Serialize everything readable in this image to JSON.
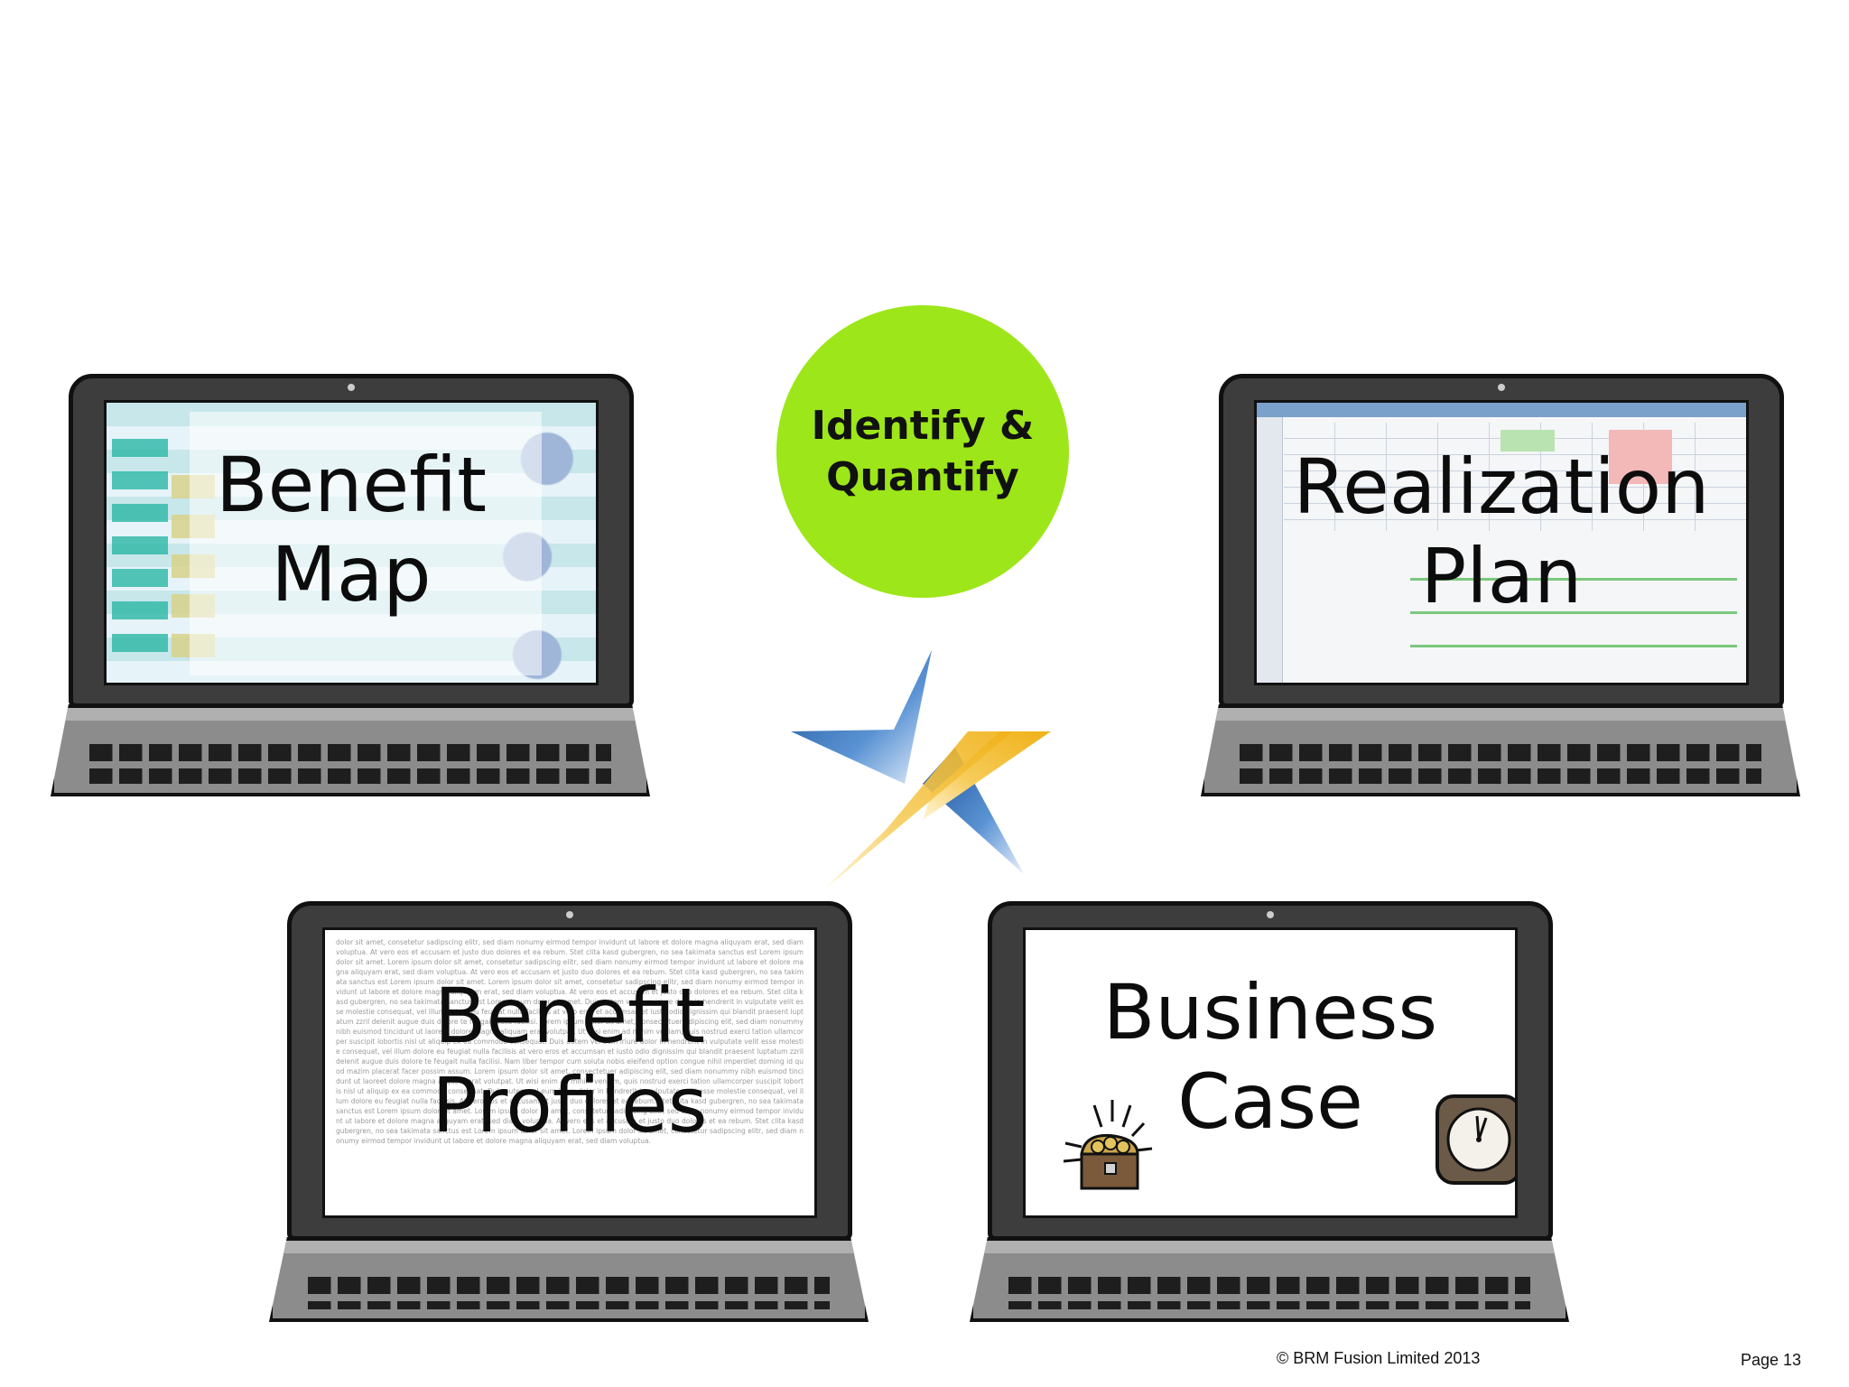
{
  "laptops": {
    "benefit_map": {
      "label": "Benefit\nMap"
    },
    "realization_plan": {
      "label": "Realization\nPlan"
    },
    "benefit_profiles": {
      "label": "Benefit\nProfiles",
      "filler": "dolor sit amet, consetetur sadipscing elitr, sed diam nonumy eirmod tempor invidunt ut labore et dolore magna aliquyam erat, sed diam voluptua. At vero eos et accusam et justo duo dolores et ea rebum. Stet clita kasd gubergren, no sea takimata sanctus est Lorem ipsum dolor sit amet. Lorem ipsum dolor sit amet, consetetur sadipscing elitr, sed diam nonumy eirmod tempor invidunt ut labore et dolore magna aliquyam erat, sed diam voluptua. At vero eos et accusam et justo duo dolores et ea rebum. Stet clita kasd gubergren, no sea takimata sanctus est Lorem ipsum dolor sit amet. Lorem ipsum dolor sit amet, consetetur sadipscing elitr, sed diam nonumy eirmod tempor invidunt ut labore et dolore magna aliquyam erat, sed diam voluptua. At vero eos et accusam et justo duo dolores et ea rebum. Stet clita kasd gubergren, no sea takimata sanctus est Lorem ipsum dolor sit amet. Duis autem vel eum iriure dolor in hendrerit in vulputate velit esse molestie consequat, vel illum dolore eu feugiat nulla facilisis at vero eros et accumsan et iusto odio dignissim qui blandit praesent luptatum zzril delenit augue duis dolore te feugait nulla facilisi. Lorem ipsum dolor sit amet, consectetuer adipiscing elit, sed diam nonummy nibh euismod tincidunt ut laoreet dolore magna aliquam erat volutpat. Ut wisi enim ad minim veniam, quis nostrud exerci tation ullamcorper suscipit lobortis nisl ut aliquip ex ea commodo consequat. Duis autem vel eum iriure dolor in hendrerit in vulputate velit esse molestie consequat, vel illum dolore eu feugiat nulla facilisis at vero eros et accumsan et iusto odio dignissim qui blandit praesent luptatum zzril delenit augue duis dolore te feugait nulla facilisi. Nam liber tempor cum soluta nobis eleifend option congue nihil imperdiet doming id quod mazim placerat facer possim assum. Lorem ipsum dolor sit amet, consectetuer adipiscing elit, sed diam nonummy nibh euismod tincidunt ut laoreet dolore magna aliquam erat volutpat. Ut wisi enim ad minim veniam, quis nostrud exerci tation ullamcorper suscipit lobortis nisl ut aliquip ex ea commodo consequat. Duis autem vel eum iriure dolor in hendrerit in vulputate velit esse molestie consequat, vel illum dolore eu feugiat nulla facilisis. At vero eos et accusam et justo duo dolores et ea rebum. Stet clita kasd gubergren, no sea takimata sanctus est Lorem ipsum dolor sit amet. Lorem ipsum dolor sit amet, consetetur sadipscing elitr, sed diam nonumy eirmod tempor invidunt ut labore et dolore magna aliquyam erat, sed diam voluptua. At vero eos et accusam et justo duo dolores et ea rebum. Stet clita kasd gubergren, no sea takimata sanctus est Lorem ipsum dolor sit amet. Lorem ipsum dolor sit amet, consetetur sadipscing elitr, sed diam nonumy eirmod tempor invidunt ut labore et dolore magna aliquyam erat, sed diam voluptua."
    },
    "business_case": {
      "label": "Business\nCase"
    }
  },
  "center": {
    "badge": "Identify &\nQuantify",
    "badge_color": "#9de619",
    "logo_blue": "#2f6fb6",
    "logo_gold": "#f2b51b"
  },
  "footer": {
    "copyright": "© BRM Fusion Limited   2013",
    "page": "Page 13"
  },
  "icons": [
    "treasure-chest-icon",
    "clock-icon",
    "star-logo-icon"
  ]
}
